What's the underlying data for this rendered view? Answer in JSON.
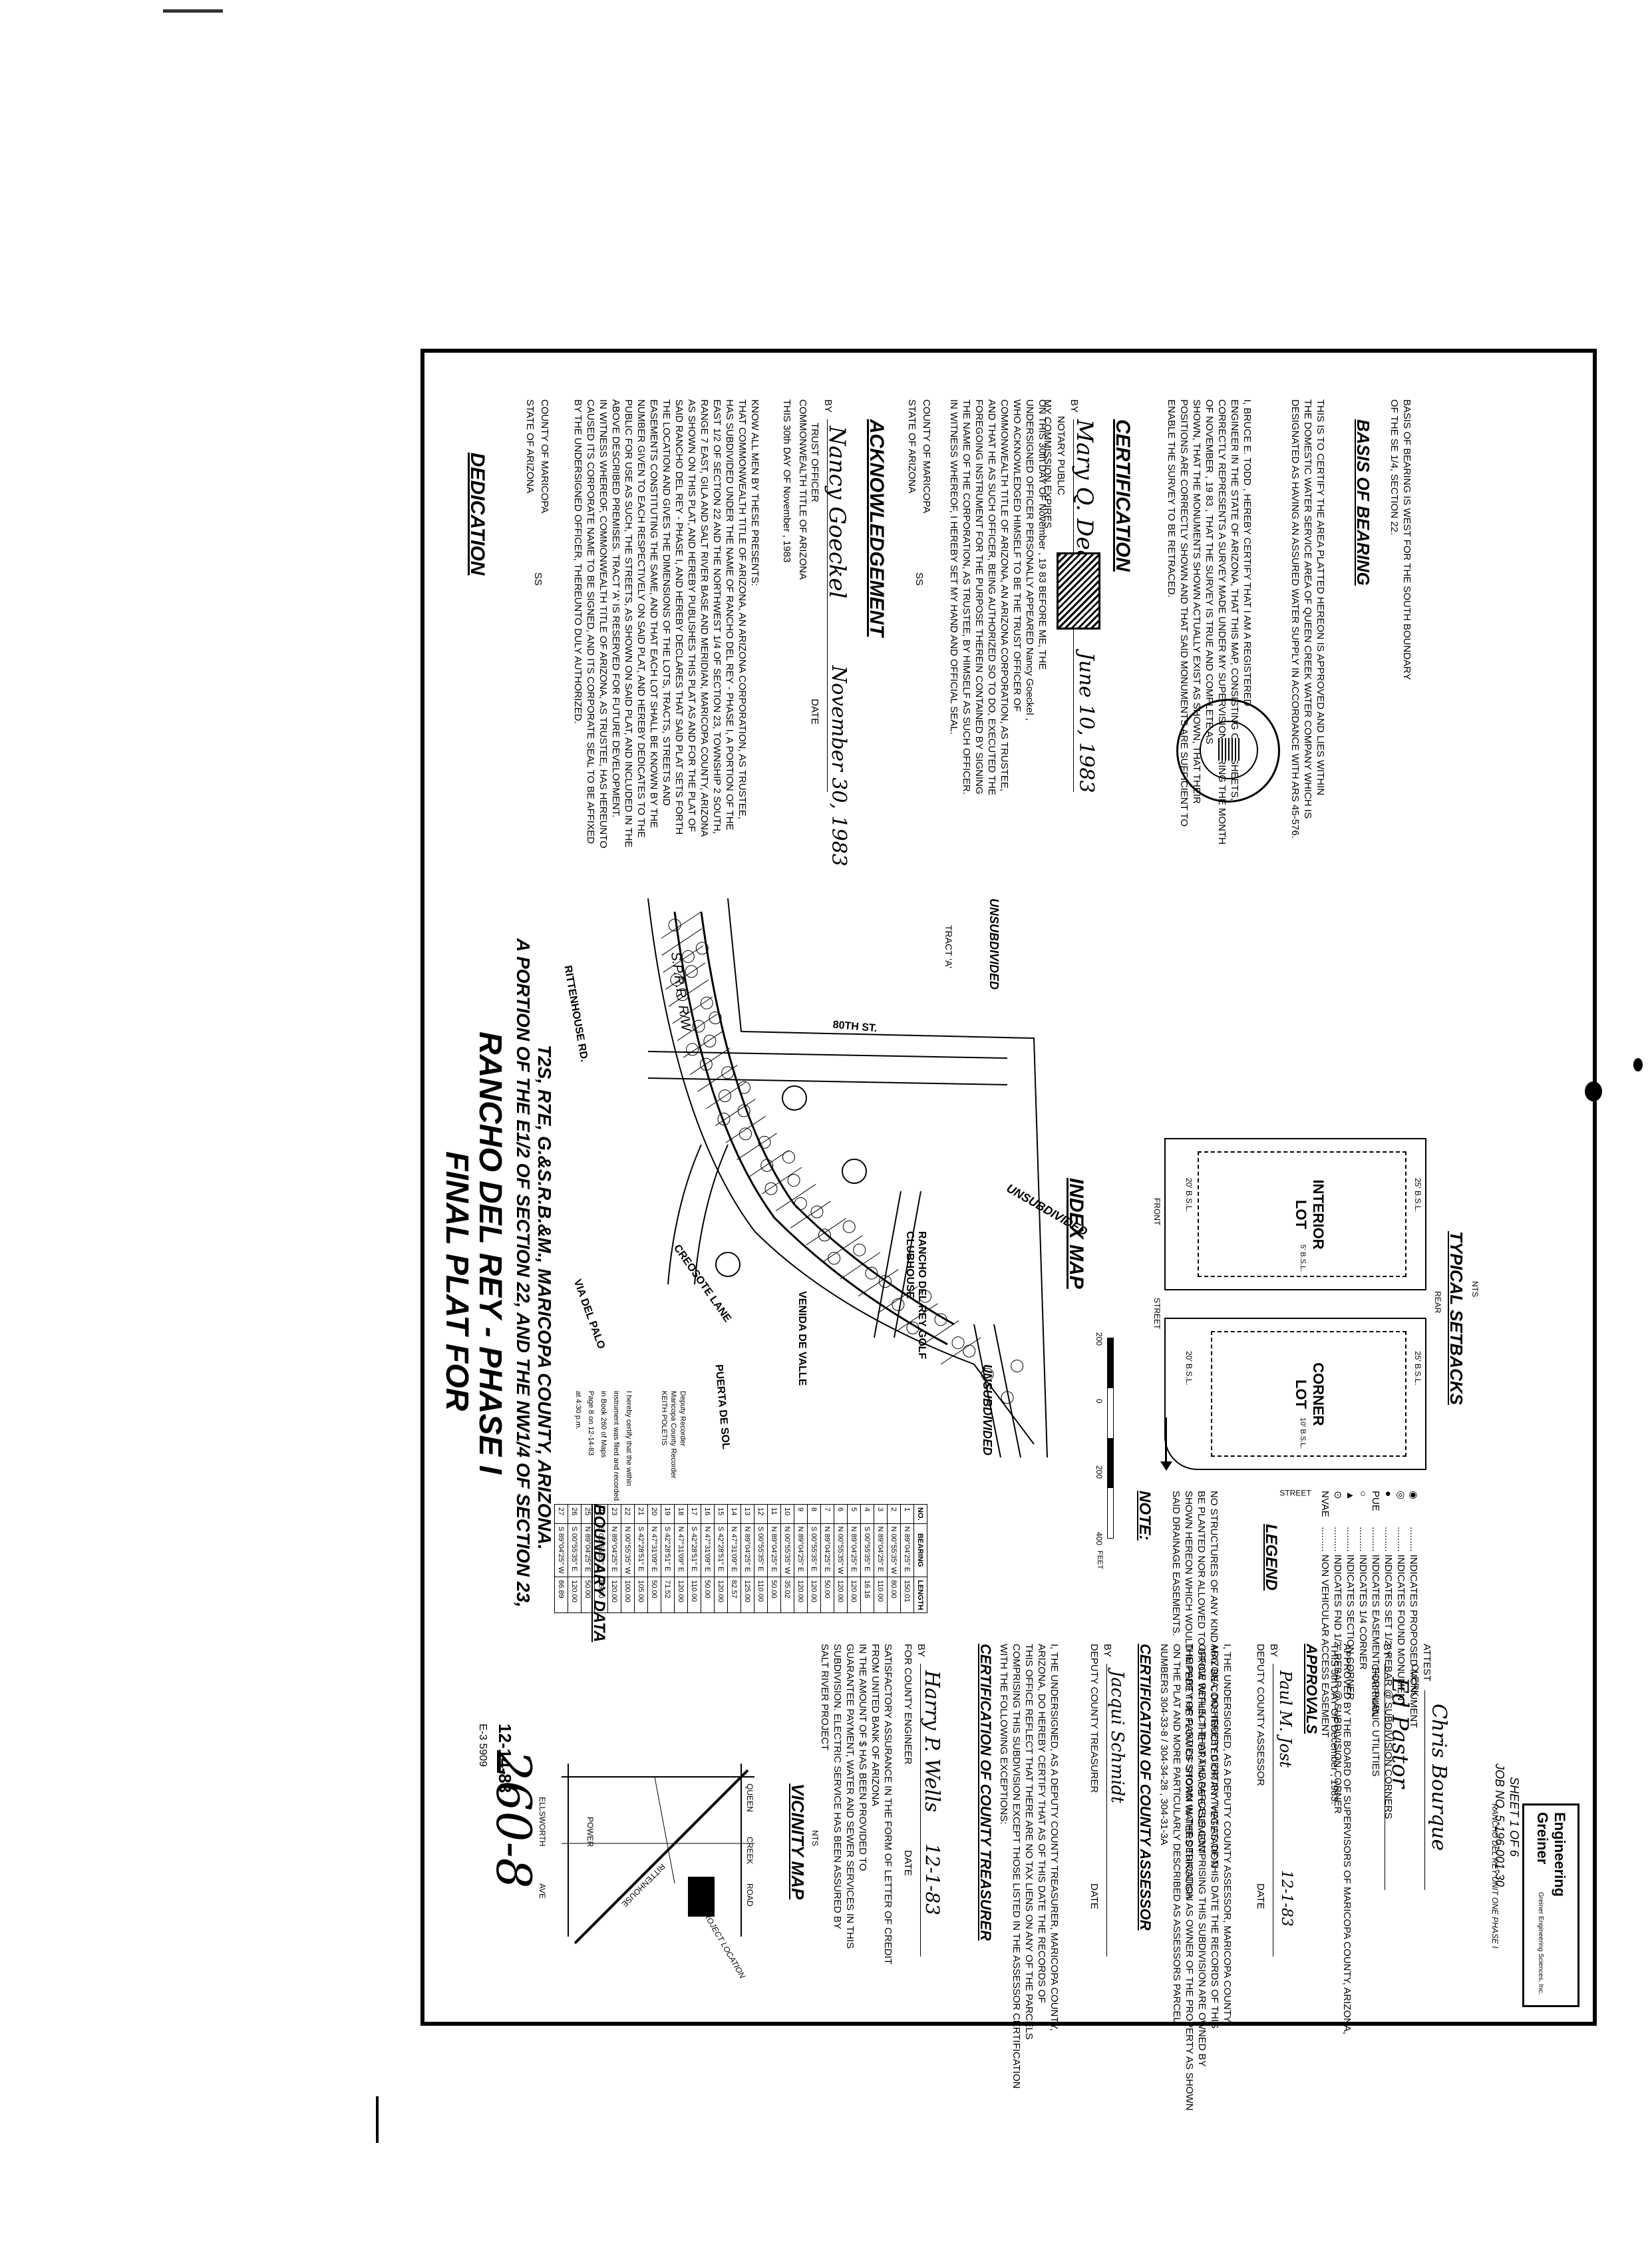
{
  "dedication": {
    "title": "DEDICATION",
    "state": "STATE OF ARIZONA",
    "county": "COUNTY OF MARICOPA",
    "ss": "SS",
    "lines": [
      "KNOW ALL MEN BY THESE PRESENTS:",
      "THAT COMMONWEALTH TITLE OF ARIZONA, AN ARIZONA CORPORATION, AS TRUSTEE,",
      "HAS SUBDIVIDED UNDER THE NAME OF RANCHO DEL REY - PHASE I, A PORTION OF THE",
      "EAST 1/2 OF SECTION 22 AND THE NORTHWEST 1/4 OF SECTION 23, TOWNSHIP 2 SOUTH,",
      "RANGE 7 EAST, GILA AND SALT RIVER BASE AND MERIDIAN, MARICOPA COUNTY, ARIZONA",
      "AS SHOWN ON THIS PLAT, AND HEREBY PUBLISHES THIS PLAT AS AND FOR THE PLAT OF",
      "SAID RANCHO DEL REY - PHASE I, AND HEREBY DECLARES THAT SAID PLAT SETS FORTH",
      "THE LOCATION AND GIVES THE DIMENSIONS OF THE LOTS, TRACTS, STREETS AND",
      "EASEMENTS CONSTITUTING THE SAME, AND THAT EACH LOT SHALL BE KNOWN BY THE",
      "NUMBER GIVEN TO EACH RESPECTIVELY ON SAID PLAT, AND HEREBY DEDICATES TO THE",
      "PUBLIC FOR USE AS SUCH, THE STREETS, AS SHOWN ON SAID PLAT, AND INCLUDED IN THE",
      "ABOVE DESCRIBED PREMISES. TRACT 'A' IS RESERVED FOR FUTURE DEVELOPMENT.",
      "IN WITNESS WHEREOF, COMMONWEALTH TITLE OF ARIZONA, AS TRUSTEE, HAS HEREUNTO",
      "CAUSED ITS CORPORATE NAME TO BE SIGNED, AND ITS CORPORATE SEAL TO BE AFFIXED",
      "BY THE UNDERSIGNED OFFICER, THEREUNTO DULY AUTHORIZED."
    ],
    "this_day": "THIS  30th  DAY OF  November  , 1983",
    "trustee": "COMMONWEALTH TITLE OF ARIZONA",
    "by": "BY",
    "officer": "TRUST OFFICER",
    "date_label": "DATE",
    "signature": "Nancy Goeckel",
    "signed_date": "November 30, 1983"
  },
  "acknowledgement": {
    "title": "ACKNOWLEDGEMENT",
    "state": "STATE OF ARIZONA",
    "county": "COUNTY OF MARICOPA",
    "ss": "SS",
    "lines": [
      "ON THIS  30th  DAY OF  November  , 19 83  BEFORE ME, THE",
      "UNDERSIGNED OFFICER PERSONALLY APPEARED  Nancy Goeckel  ,",
      "WHO ACKNOWLEDGED HIMSELF TO BE THE TRUST OFFICER OF",
      "COMMONWEALTH TITLE OF ARIZONA, AN ARIZONA CORPORATION, AS TRUSTEE,",
      "AND THAT HE AS SUCH OFFICER, BEING AUTHORIZED SO TO DO, EXECUTED THE",
      "FOREGOING INSTRUMENT FOR THE PURPOSE THEREIN CONTAINED BY SIGNING",
      "THE NAME OF THE CORPORATION, AS TRUSTEE, BY HIMSELF AS SUCH OFFICER.",
      "IN WITNESS WHEREOF, I HEREBY SET MY HAND AND OFFICIAL SEAL."
    ],
    "by": "BY",
    "notary": "NOTARY PUBLIC",
    "commission": "MY COMMISSION EXPIRES",
    "signature": "Mary Q. Dean",
    "expires": "June 10, 1983"
  },
  "certification": {
    "title": "CERTIFICATION",
    "lines": [
      "I,  BRUCE E. TODD  , HEREBY CERTIFY THAT I AM A REGISTERED",
      "ENGINEER IN THE STATE OF ARIZONA, THAT THIS MAP, CONSISTING OF 6 SHEETS,",
      "CORRECTLY REPRESENTS A SURVEY MADE UNDER MY SUPERVISION DURING THE MONTH",
      "OF  NOVEMBER  , 19 83  , THAT THE SURVEY IS TRUE AND COMPLETE AS",
      "SHOWN, THAT THE MONUMENTS SHOWN ACTUALLY EXIST AS SHOWN, THAT THEIR",
      "POSITIONS ARE CORRECTLY SHOWN AND THAT SAID MONUMENTS ARE SUFFICIENT TO",
      "ENABLE THE SURVEY TO BE RETRACED."
    ],
    "water": [
      "THIS IS TO CERTIFY THE AREA PLATTED HEREON IS APPROVED AND LIES WITHIN",
      "THE DOMESTIC WATER SERVICE AREA OF QUEEN CREEK WATER COMPANY WHICH IS",
      "DESIGNATED AS HAVING AN ASSURED WATER SUPPLY IN ACCORDANCE WITH ARS 45-576."
    ]
  },
  "basis_of_bearing": {
    "title": "BASIS OF BEARING",
    "lines": [
      "BASIS OF BEARING IS WEST FOR THE SOUTH BOUNDARY",
      "OF THE SE 1/4, SECTION 22."
    ]
  },
  "plat_title": {
    "line1": "FINAL PLAT FOR",
    "line2": "RANCHO DEL REY - PHASE I",
    "line3": "A PORTION OF THE E1/2 OF SECTION 22, AND THE NW1/4 OF SECTION 23,",
    "line4": "T2S, R7E, G.&S.R.B.&M., MARICOPA COUNTY, ARIZONA."
  },
  "index_map": {
    "title": "INDEX MAP",
    "unsubdivided": "UNSUBDIVIDED",
    "clubhouse": "RANCHO DEL REY GOLF CLUBHOUSE",
    "tract": "TRACT 'A'",
    "streets": [
      "VIA DEL PALO",
      "CREOSOTE LANE",
      "VENIDA DE VALLE",
      "RITTENHOUSE RD.",
      "80TH ST.",
      "PUERTA DE SOL"
    ],
    "srr": "S.P.R.R. R/W",
    "scale_labels": [
      "200",
      "0",
      "200",
      "400"
    ],
    "scale_unit": "FEET"
  },
  "typical_setbacks": {
    "title": "TYPICAL SETBACKS",
    "nts": "NTS",
    "interior": "INTERIOR LOT",
    "corner": "CORNER LOT",
    "rear": "REAR",
    "front": "FRONT",
    "street": "STREET",
    "bsl": [
      "20' B.S.L.",
      "25' B.S.L.",
      "5' B.S.L.",
      "10' B.S.L."
    ]
  },
  "note": {
    "title": "NOTE:",
    "lines": [
      "NO STRUCTURES OF ANY KIND MAY BE CONSTRUCTED OR ANY VEGETATION",
      "BE PLANTED NOR ALLOWED TO GROW WITHIN THE DRAINAGE EASEMENT",
      "SHOWN HEREON WHICH WOULD IMPEDE THE FLOW OF STORM WATERS THROUGH",
      "SAID DRAINAGE EASEMENTS."
    ]
  },
  "legend": {
    "title": "LEGEND",
    "items": [
      {
        "sym": "◉",
        "text": "INDICATES PROPOSED MONUMENT"
      },
      {
        "sym": "◎",
        "text": "INDICATES FOUND MONUMENT"
      },
      {
        "sym": "●",
        "text": "INDICATES SET 1/2\" REBAR @ SUBDIVISION CORNERS"
      },
      {
        "sym": "PUE",
        "text": "INDICATES EASEMENT FOR PUBLIC UTILITIES"
      },
      {
        "sym": "○",
        "text": "INDICATES 1/4 CORNER"
      },
      {
        "sym": "▲",
        "text": "INDICATES SECTION CORNER"
      },
      {
        "sym": "⊙",
        "text": "INDICATES FND 1/2\" REBAR @ SUBDIVISION CORNER"
      },
      {
        "sym": "NVAE",
        "text": "NON VEHICULAR ACCESS EASEMENT"
      }
    ]
  },
  "boundary_data": {
    "title": "BOUNDARY DATA",
    "headers": [
      "NO.",
      "BEARING",
      "LENGTH"
    ],
    "rows": [
      [
        "1",
        "N 89°04'25\" E",
        "150.01"
      ],
      [
        "2",
        "N 00°55'35\" W",
        "80.00"
      ],
      [
        "3",
        "N 89°04'25\" E",
        "110.00"
      ],
      [
        "4",
        "S 00°55'35\" E",
        "16.16"
      ],
      [
        "5",
        "N 89°04'25\" E",
        "120.00"
      ],
      [
        "6",
        "N 00°55'35\" W",
        "120.00"
      ],
      [
        "7",
        "N 89°04'25\" E",
        "50.00"
      ],
      [
        "8",
        "S 00°55'35\" E",
        "120.00"
      ],
      [
        "9",
        "N 89°04'25\" E",
        "120.00"
      ],
      [
        "10",
        "N 00°55'35\" W",
        "35.02"
      ],
      [
        "11",
        "N 89°04'25\" E",
        "50.00"
      ],
      [
        "12",
        "S 00°55'35\" E",
        "110.00"
      ],
      [
        "13",
        "N 89°04'25\" E",
        "125.00"
      ],
      [
        "14",
        "N 47°31'09\" E",
        "82.57"
      ],
      [
        "15",
        "S 42°28'51\" E",
        "120.00"
      ],
      [
        "16",
        "N 47°31'09\" E",
        "50.00"
      ],
      [
        "17",
        "S 42°28'51\" E",
        "110.00"
      ],
      [
        "18",
        "N 47°31'09\" E",
        "120.00"
      ],
      [
        "19",
        "S 42°28'51\" E",
        "71.52"
      ],
      [
        "20",
        "N 47°31'09\" E",
        "50.00"
      ],
      [
        "21",
        "S 42°28'51\" E",
        "105.00"
      ],
      [
        "22",
        "N 00°55'35\" W",
        "100.00"
      ],
      [
        "23",
        "N 89°04'25\" E",
        "120.00"
      ],
      [
        "24",
        "S 00°55'35\" E",
        "85.00"
      ],
      [
        "25",
        "N 89°04'25\" E",
        "50.00"
      ],
      [
        "26",
        "S 00°55'35\" E",
        "120.00"
      ],
      [
        "27",
        "S 89°04'25\" W",
        "86.89"
      ]
    ]
  },
  "recorder": {
    "lines": [
      "I hereby certify that the within",
      "instrument was filed and recorded",
      "in Book 260 of Maps",
      "Page 8 on 12-14-83",
      "at 4:30 p.m."
    ],
    "recorder_name": "KEITH POLETIS",
    "recorder_title": "Maricopa County Recorder",
    "deputy": "Deputy Recorder"
  },
  "stamp": {
    "number": "260-8",
    "date": "12-14-83",
    "extra": "E-3 5909"
  },
  "vicinity_map": {
    "title": "VICINITY MAP",
    "nts": "NTS",
    "roads": [
      "ELLSWORTH",
      "AVE",
      "QUEEN",
      "CREEK",
      "ROAD",
      "RITTENHOUSE",
      "POWER"
    ],
    "project": "PROJECT LOCATION"
  },
  "assurance": {
    "lines": [
      "SATISFACTORY ASSURANCE IN THE FORM OF  LETTER OF CREDIT",
      "FROM  UNITED BANK OF ARIZONA",
      "IN THE AMOUNT OF  $         HAS BEEN PROVIDED TO",
      "GUARANTEE PAYMENT, WATER AND SEWER SERVICES IN THIS",
      "SUBDIVISION. ELECTRIC SERVICE HAS BEEN ASSURED BY",
      "SALT RIVER PROJECT"
    ],
    "by": "BY",
    "for": "FOR COUNTY ENGINEER",
    "signature": "Harry P. Wells",
    "date": "12-1-83",
    "date_label": "DATE"
  },
  "treasurer": {
    "title": "CERTIFICATION OF COUNTY TREASURER",
    "lines": [
      "I, THE UNDERSIGNED, AS A DEPUTY COUNTY TREASURER, MARICOPA COUNTY,",
      "ARIZONA, DO HEREBY CERTIFY THAT AS OF THIS DATE THE RECORDS OF",
      "THIS OFFICE REFLECT THAT THERE ARE NO TAX LIENS ON ANY OF THE PARCELS",
      "COMPRISING THIS SUBDIVISION EXCEPT THOSE LISTED IN THE ASSESSOR CERTIFICATION",
      "WITH THE FOLLOWING EXCEPTIONS:"
    ],
    "by": "BY",
    "deputy": "DEPUTY COUNTY TREASURER",
    "date_label": "DATE",
    "signature": "Jacqui Schmidt"
  },
  "assessor": {
    "title": "CERTIFICATION OF COUNTY ASSESSOR",
    "lines": [
      "I, THE UNDERSIGNED, AS A DEPUTY COUNTY ASSESSOR, MARICOPA COUNTY,",
      "ARIZONA, DO HEREBY CERTIFY THAT AS OF THIS DATE THE RECORDS OF THIS",
      "OFFICE REFLECT THAT THE PARCELS COMPRISING THIS SUBDIVISION ARE OWNED BY",
      "THE PARTY OR PARTIES SHOWN IN THE DEDICATION AS OWNER OF THE PROPERTY AS SHOWN",
      "ON THE PLAT AND MORE PARTICULARLY DESCRIBED AS ASSESSORS PARCEL",
      "NUMBERS  304-33-8  /  304-34-28  ,  304-31-3A"
    ],
    "by": "BY",
    "deputy": "DEPUTY COUNTY ASSESSOR",
    "date_label": "DATE",
    "signature": "Paul M. Jost",
    "date": "12-1-83"
  },
  "approvals": {
    "title": "APPROVALS",
    "lines": [
      "APPROVED BY THE BOARD OF SUPERVISORS OF MARICOPA COUNTY, ARIZONA,",
      "THIS  5th  DAY OF  December  , 1983."
    ],
    "by": "BY",
    "chairman": "CHAIRMAN",
    "attest": "ATTEST",
    "clerk": "CLERK",
    "signature": "Ed Pastor",
    "clerk_signature": "Chris Bourque"
  },
  "job": {
    "line1": "JOB NO. 5-196-001-30",
    "line2": "SHEET 1 OF 6",
    "project": "RANCHO DEL REY UNIT ONE PHASE I"
  },
  "firm": {
    "name1": "Greiner",
    "name2": "Engineering",
    "sub": "Greiner Engineering Sciences, Inc."
  }
}
